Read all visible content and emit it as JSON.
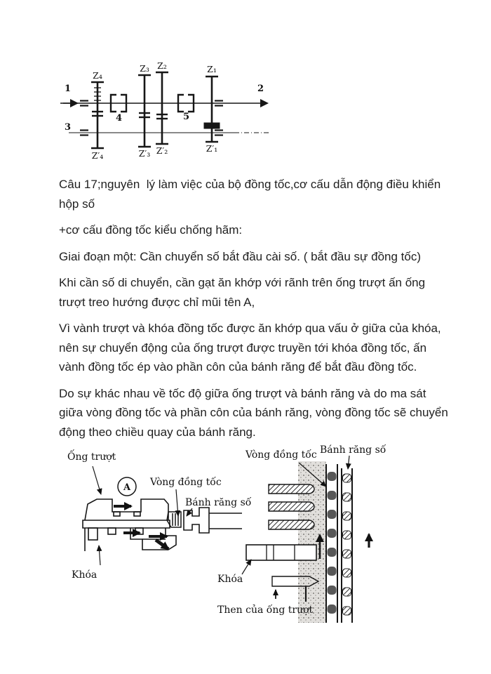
{
  "document": {
    "paragraphs": [
      "Câu 17;nguyên  lý làm việc của bộ đồng tốc,cơ cấu dẫn động điều khiển hộp số",
      "+cơ cấu đồng tốc kiểu chống hãm:",
      "Giai đoạn một: Cần chuyển số bắt đầu cài số. ( bắt đầu sự đồng tốc)",
      "Khi cần số di chuyển, cần gạt ăn khớp với rãnh trên ống trượt ấn ống trượt treo hướng được chỉ mũi tên A,",
      "Vì vành trượt và khóa đồng tốc được ăn khớp qua vấu ở giữa của khóa, nên sự chuyển động của ống trượt được truyền tới khóa đồng tốc, ấn vành đồng tốc ép vào phần côn của bánh răng để bắt đầu đồng tốc.",
      "Do sự khác nhau về tốc độ giữa ống trượt và bánh răng và do ma sát giữa vòng đồng tốc và phần côn của bánh răng, vòng đồng tốc sẽ chuyển động theo chiều quay của bánh răng."
    ]
  },
  "gear_schematic": {
    "shaft_labels": {
      "input": "1",
      "output": "2",
      "counter": "3"
    },
    "synchro_labels": {
      "s4": "4",
      "s5": "5"
    },
    "gear_labels": {
      "z4": "Z₄",
      "z3": "Z₃",
      "z2": "Z₂",
      "z1": "Z₁",
      "z4p": "Z′₄",
      "z3p": "Z′₃",
      "z2p": "Z′₂",
      "z1p": "Z′₁"
    }
  },
  "synchronizer_figure": {
    "labels": {
      "sleeve": "Ống trượt",
      "detail_marker": "A",
      "synchro_ring_left": "Vòng đồng tốc",
      "gear_left": "Bánh răng số",
      "key_left": "Khóa",
      "synchro_ring_right": "Vòng đồng tốc",
      "gear_right": "Bánh răng số",
      "key_right": "Khóa",
      "sleeve_spline": "Then của ống trượt"
    }
  },
  "colors": {
    "ink": "#1f1f1f",
    "paper": "#ffffff"
  }
}
